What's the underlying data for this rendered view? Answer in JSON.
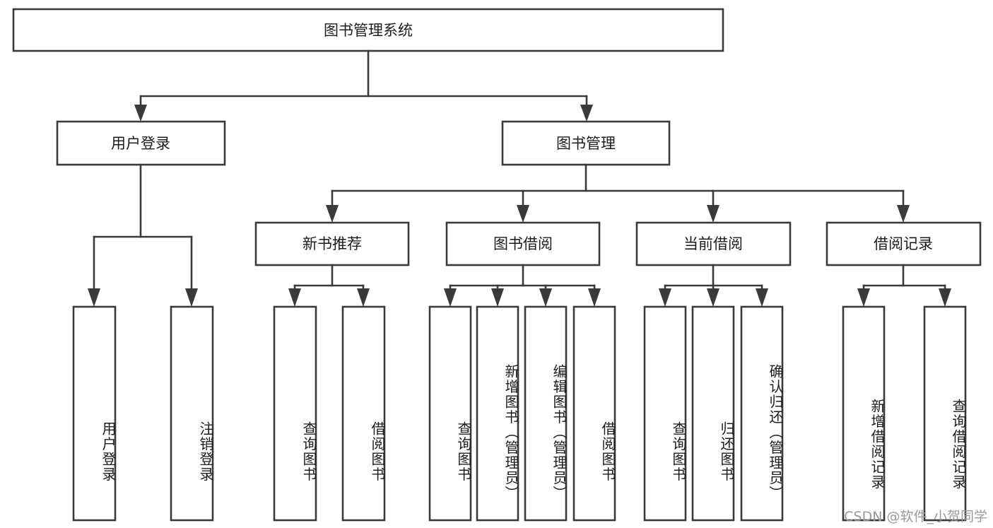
{
  "diagram": {
    "type": "tree-hierarchy",
    "title": "图书管理系统",
    "watermark": "CSDN @软件_小贺同学",
    "colors": {
      "stroke": "#3a3a3a",
      "fill": "#ffffff",
      "text": "#1c1c1c",
      "watermark": "#9a9a9a"
    },
    "levels": {
      "root": {
        "label": "图书管理系统"
      },
      "level2": [
        {
          "id": "user-login",
          "label": "用户登录"
        },
        {
          "id": "book-management",
          "label": "图书管理"
        }
      ],
      "level3": [
        {
          "id": "new-book-recommend",
          "label": "新书推荐",
          "parent": "book-management"
        },
        {
          "id": "book-borrow",
          "label": "图书借阅",
          "parent": "book-management"
        },
        {
          "id": "current-borrow",
          "label": "当前借阅",
          "parent": "book-management"
        },
        {
          "id": "borrow-record",
          "label": "借阅记录",
          "parent": "book-management"
        }
      ],
      "leaves": [
        {
          "id": "leaf-user-login",
          "label": "用户登录",
          "parent": "user-login"
        },
        {
          "id": "leaf-logout-login",
          "label": "注销登录",
          "parent": "user-login"
        },
        {
          "id": "leaf-query-book-1",
          "label": "查询图书",
          "parent": "new-book-recommend"
        },
        {
          "id": "leaf-borrow-book-1",
          "label": "借阅图书",
          "parent": "new-book-recommend"
        },
        {
          "id": "leaf-query-book-2",
          "label": "查询图书",
          "parent": "book-borrow"
        },
        {
          "id": "leaf-add-book",
          "label": "新增图书（管理员）",
          "parent": "book-borrow"
        },
        {
          "id": "leaf-edit-book",
          "label": "编辑图书（管理员）",
          "parent": "book-borrow"
        },
        {
          "id": "leaf-borrow-book-2",
          "label": "借阅图书",
          "parent": "book-borrow"
        },
        {
          "id": "leaf-query-book-3",
          "label": "查询图书",
          "parent": "current-borrow"
        },
        {
          "id": "leaf-return-book",
          "label": "归还图书",
          "parent": "current-borrow"
        },
        {
          "id": "leaf-confirm-return",
          "label": "确认归还（管理员）",
          "parent": "current-borrow"
        },
        {
          "id": "leaf-add-record",
          "label": "新增借阅记录",
          "parent": "borrow-record"
        },
        {
          "id": "leaf-query-record",
          "label": "查询借阅记录",
          "parent": "borrow-record"
        }
      ]
    }
  }
}
